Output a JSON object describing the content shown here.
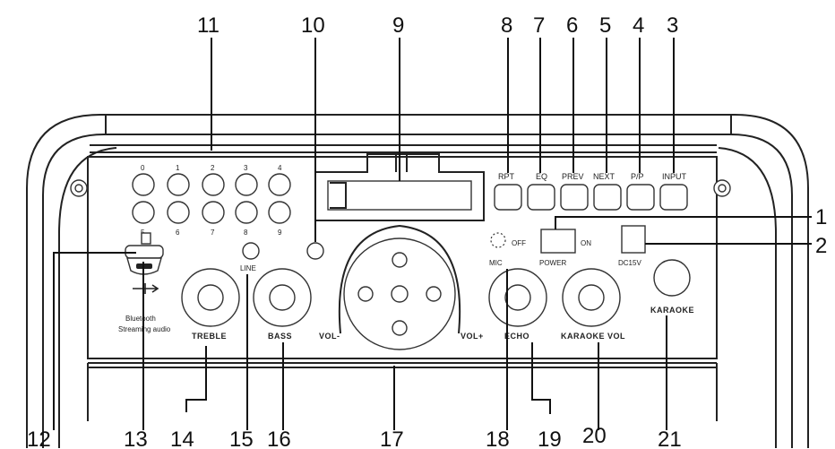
{
  "callouts": {
    "n1": "1",
    "n2": "2",
    "n3": "3",
    "n4": "4",
    "n5": "5",
    "n6": "6",
    "n7": "7",
    "n8": "8",
    "n9": "9",
    "n10": "10",
    "n11": "11",
    "n12": "12",
    "n13": "13",
    "n14": "14",
    "n15": "15",
    "n16": "16",
    "n17": "17",
    "n18": "18",
    "n19": "19",
    "n20": "20",
    "n21": "21"
  },
  "keypad": {
    "top_digits": [
      "0",
      "1",
      "2",
      "3",
      "4"
    ],
    "bottom_digits": [
      "5",
      "6",
      "7",
      "8",
      "9"
    ]
  },
  "buttons": {
    "rpt": "RPT",
    "eq": "EQ",
    "prev": "PREV",
    "next": "NEXT",
    "pp": "P/P",
    "input": "INPUT"
  },
  "labels": {
    "line": "LINE",
    "treble": "TREBLE",
    "bass": "BASS",
    "vol_minus": "VOL-",
    "vol_plus": "VOL+",
    "echo": "ECHO",
    "karaoke_vol": "KARAOKE VOL",
    "karaoke": "KARAOKE",
    "mic": "MIC",
    "off": "OFF",
    "on": "ON",
    "power": "POWER",
    "dc": "DC15V",
    "bt_line1": "Bluetooth",
    "bt_line2": "Streaming audio"
  }
}
